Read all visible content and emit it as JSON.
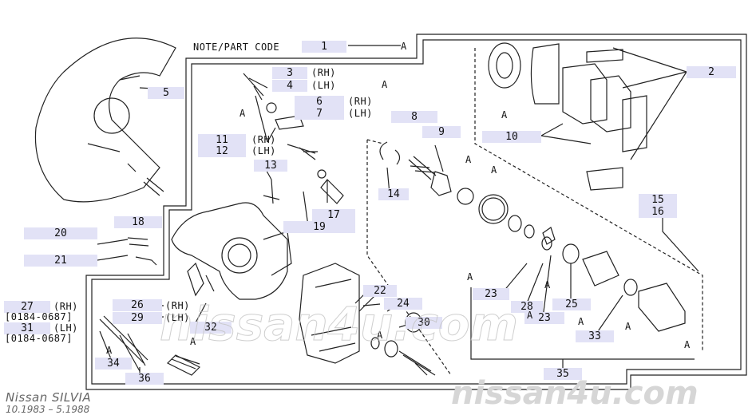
{
  "header": {
    "note_label": "NOTE/PART CODE",
    "note_code": "1",
    "ref_a": "A"
  },
  "callouts": [
    {
      "id": "c-1",
      "text": "1"
    },
    {
      "id": "c-2",
      "text": "2"
    },
    {
      "id": "c-3",
      "text": "3"
    },
    {
      "id": "c-4",
      "text": "4"
    },
    {
      "id": "c-5",
      "text": "5"
    },
    {
      "id": "c-6",
      "text": "6"
    },
    {
      "id": "c-7",
      "text": "7"
    },
    {
      "id": "c-8",
      "text": "8"
    },
    {
      "id": "c-9",
      "text": "9"
    },
    {
      "id": "c-10",
      "text": "10"
    },
    {
      "id": "c-11",
      "text": "11"
    },
    {
      "id": "c-12",
      "text": "12"
    },
    {
      "id": "c-13",
      "text": "13"
    },
    {
      "id": "c-14",
      "text": "14"
    },
    {
      "id": "c-15",
      "text": "15"
    },
    {
      "id": "c-16",
      "text": "16"
    },
    {
      "id": "c-17",
      "text": "17"
    },
    {
      "id": "c-18",
      "text": "18"
    },
    {
      "id": "c-19",
      "text": "19"
    },
    {
      "id": "c-20",
      "text": "20"
    },
    {
      "id": "c-21",
      "text": "21"
    },
    {
      "id": "c-22",
      "text": "22"
    },
    {
      "id": "c-23a",
      "text": "23"
    },
    {
      "id": "c-23b",
      "text": "23"
    },
    {
      "id": "c-24",
      "text": "24"
    },
    {
      "id": "c-25",
      "text": "25"
    },
    {
      "id": "c-26",
      "text": "26"
    },
    {
      "id": "c-27",
      "text": "27"
    },
    {
      "id": "c-28",
      "text": "28"
    },
    {
      "id": "c-29",
      "text": "29"
    },
    {
      "id": "c-30",
      "text": "30"
    },
    {
      "id": "c-31",
      "text": "31"
    },
    {
      "id": "c-32",
      "text": "32"
    },
    {
      "id": "c-33",
      "text": "33"
    },
    {
      "id": "c-34",
      "text": "34"
    },
    {
      "id": "c-35",
      "text": "35"
    },
    {
      "id": "c-36",
      "text": "36"
    }
  ],
  "side_labels": {
    "rh_3": "(RH)",
    "lh_4": "(LH)",
    "rh_6": "(RH)",
    "lh_7": "(LH)",
    "rh_11": "(RH)",
    "lh_12": "(LH)",
    "rh_26": "(RH)",
    "lh_29": "(LH)",
    "rh_27": "(RH)",
    "lh_31": "(LH)",
    "range_27": "[0184-0687]",
    "range_31": "[0184-0687]"
  },
  "ref_marks": [
    "A",
    "A",
    "A",
    "A",
    "A",
    "A",
    "A",
    "A",
    "A",
    "A",
    "A",
    "A",
    "A",
    "A"
  ],
  "footer": {
    "model": "Nissan SILVIA",
    "dates": "10.1983 – 5.1988"
  },
  "watermark": {
    "text": "nissan4u.com"
  }
}
